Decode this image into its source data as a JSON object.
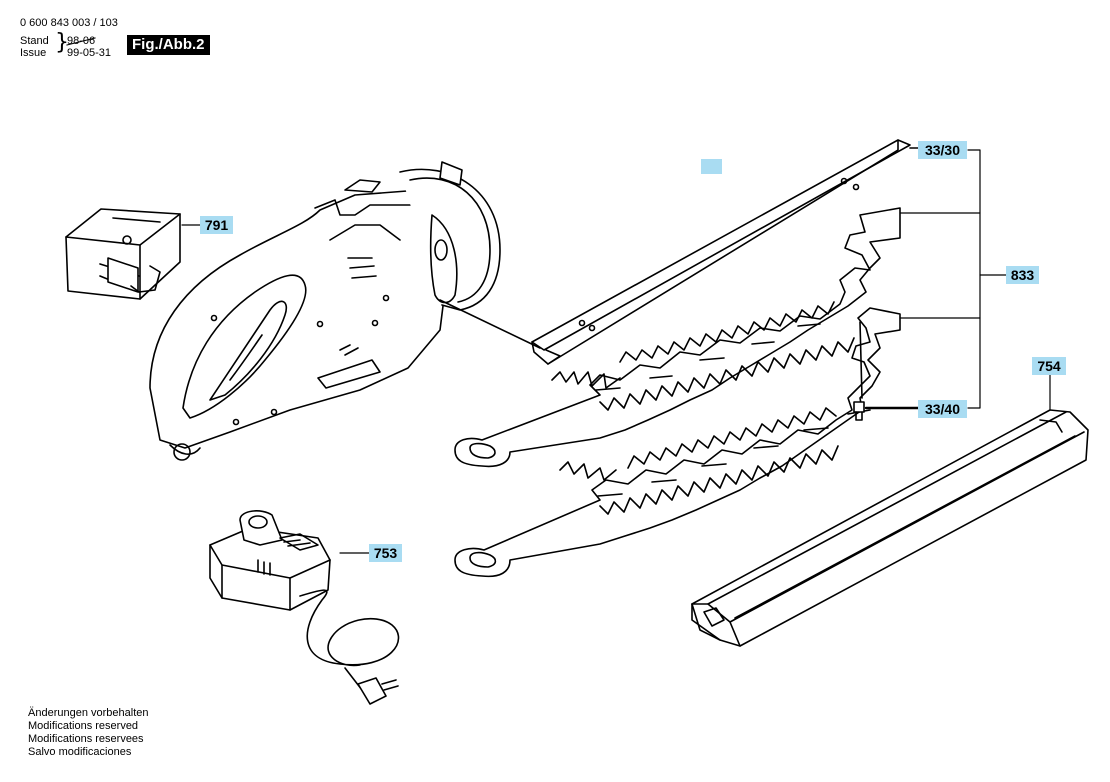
{
  "header": {
    "doc_number": "0 600 843 003 / 103",
    "stand_label": "Stand",
    "issue_label": "Issue",
    "stand_value": "98-06",
    "issue_value": "99-05-31",
    "figure_label": "Fig./Abb.2"
  },
  "callouts": {
    "battery": "791",
    "blade_guide": "33/30",
    "blade_assembly": "833",
    "screw": "33/40",
    "blade_cover": "754",
    "charger": "753"
  },
  "footer": {
    "lines": [
      "Änderungen vorbehalten",
      "Modifications reserved",
      "Modifications reservees",
      "Salvo modificaciones"
    ]
  }
}
